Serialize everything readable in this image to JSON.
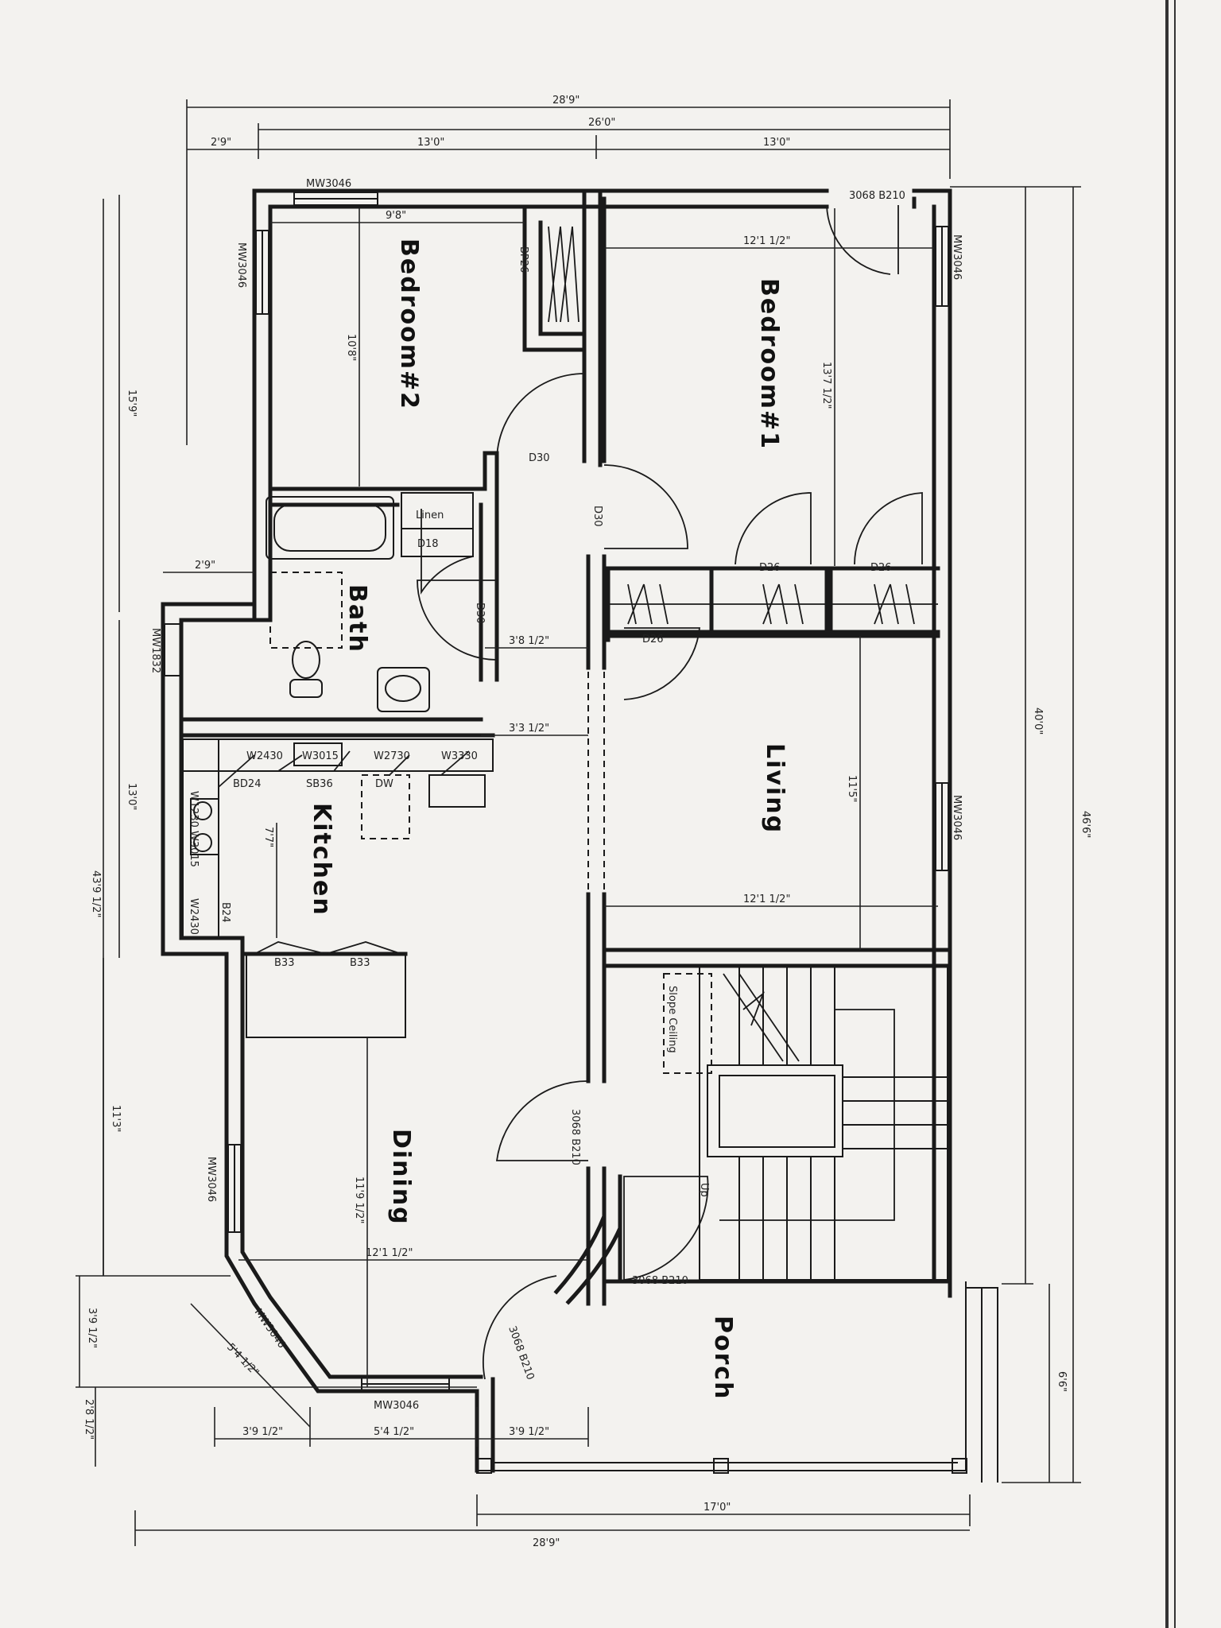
{
  "rooms": {
    "bedroom2": "Bedroom#2",
    "bedroom1": "Bedroom#1",
    "bath": "Bath",
    "kitchen": "Kitchen",
    "living": "Living",
    "dining": "Dining",
    "porch": "Porch"
  },
  "labels": {
    "linen": "Linen",
    "dw": "DW",
    "slope_ceiling": "Slope Ceiling",
    "up": "Up",
    "d30_a": "D30",
    "d30_b": "D30",
    "d30_c": "D30",
    "d26_a": "D26",
    "d26_b": "D26",
    "d26_c": "D26",
    "bp26": "BP26",
    "d18": "D18",
    "mw3046_top": "MW3046",
    "mw3046_left": "MW3046",
    "mw3046_right": "MW3046",
    "mw3046_living": "MW3046",
    "mw3046_dining": "MW3046",
    "mw3046_bay": "MW3046",
    "mw3046_bottom": "MW3046",
    "mw1832": "MW1832",
    "door_3068_top": "3068 B210",
    "door_3068_mid": "3068 B210",
    "door_3068_low": "3068 B210",
    "door_3068_bay": "3068 B210",
    "w2430": "W2430",
    "w3015": "W3015",
    "w2730": "W2730",
    "w3330": "W3330",
    "w1230": "W1230",
    "w3015b": "W3015",
    "w2430b": "W2430",
    "b24": "B24",
    "b33a": "B33",
    "b33b": "B33",
    "bd": "BD24",
    "sb": "SB36"
  },
  "dimensions": {
    "overall_top": "28'9\"",
    "top_26": "26'0\"",
    "top_2_9": "2'9\"",
    "top_13_left": "13'0\"",
    "top_13_right": "13'0\"",
    "bed2_width": "9'8\"",
    "bed2_depth": "10'8\"",
    "bed1_width": "12'1 1/2\"",
    "bed1_depth": "13'7 1/2\"",
    "left_15_9": "15'9\"",
    "left_13_0": "13'0\"",
    "left_11_3": "11'3\"",
    "left_43_9": "43'9 1/2\"",
    "left_3_9": "3'9 1/2\"",
    "left_2_8": "2'8 1/2\"",
    "bath_2_9": "2'9\"",
    "hall_3_8": "3'8 1/2\"",
    "hall_3_3": "3'3 1/2\"",
    "kitchen_7_7": "7'7\"",
    "living_depth": "11'5\"",
    "living_width": "12'1 1/2\"",
    "dining_depth": "11'9 1/2\"",
    "dining_width": "12'1 1/2\"",
    "bay_diag": "5'4 1/2\"",
    "bottom_3_9_left": "3'9 1/2\"",
    "bottom_5_4": "5'4 1/2\"",
    "bottom_3_9_right": "3'9 1/2\"",
    "porch_17": "17'0\"",
    "overall_bottom": "28'9\"",
    "right_40": "40'0\"",
    "right_46_6": "46'6\"",
    "right_6_6": "6'6\""
  }
}
